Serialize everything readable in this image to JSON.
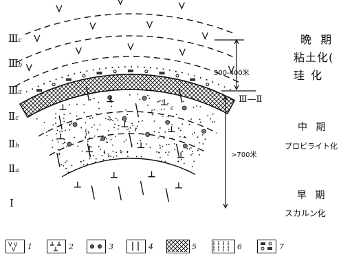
{
  "zones": [
    {
      "id": "IIIc",
      "main": "Ⅲ",
      "sub": "c"
    },
    {
      "id": "IIIb",
      "main": "Ⅲ",
      "sub": "b"
    },
    {
      "id": "IIIa",
      "main": "Ⅲ",
      "sub": "a"
    },
    {
      "id": "IIc",
      "main": "Ⅱ",
      "sub": "c"
    },
    {
      "id": "IIb",
      "main": "Ⅱ",
      "sub": "b"
    },
    {
      "id": "IIa",
      "main": "Ⅱ",
      "sub": "a"
    },
    {
      "id": "I",
      "main": "Ⅰ",
      "sub": ""
    }
  ],
  "measurements": {
    "upper": "300-400米",
    "boundary": "Ⅲ—Ⅱ",
    "lower": ">700米"
  },
  "stages": {
    "late": {
      "title": "晩 期",
      "line1": "粘土化(",
      "line2": "珪  化"
    },
    "middle": {
      "title": "中 期",
      "subtitle": "プロピライト化"
    },
    "early": {
      "title": "早 期",
      "subtitle": "スカルン化"
    }
  },
  "legend": [
    {
      "num": "1",
      "icon": "v-pattern-icon"
    },
    {
      "num": "2",
      "icon": "t-pattern-icon"
    },
    {
      "num": "3",
      "icon": "dot-circle-icon"
    },
    {
      "num": "4",
      "icon": "vertical-lines-icon"
    },
    {
      "num": "5",
      "icon": "crosshatch-icon"
    },
    {
      "num": "6",
      "icon": "stipple-icon"
    },
    {
      "num": "7",
      "icon": "rect-circle-icon"
    }
  ]
}
